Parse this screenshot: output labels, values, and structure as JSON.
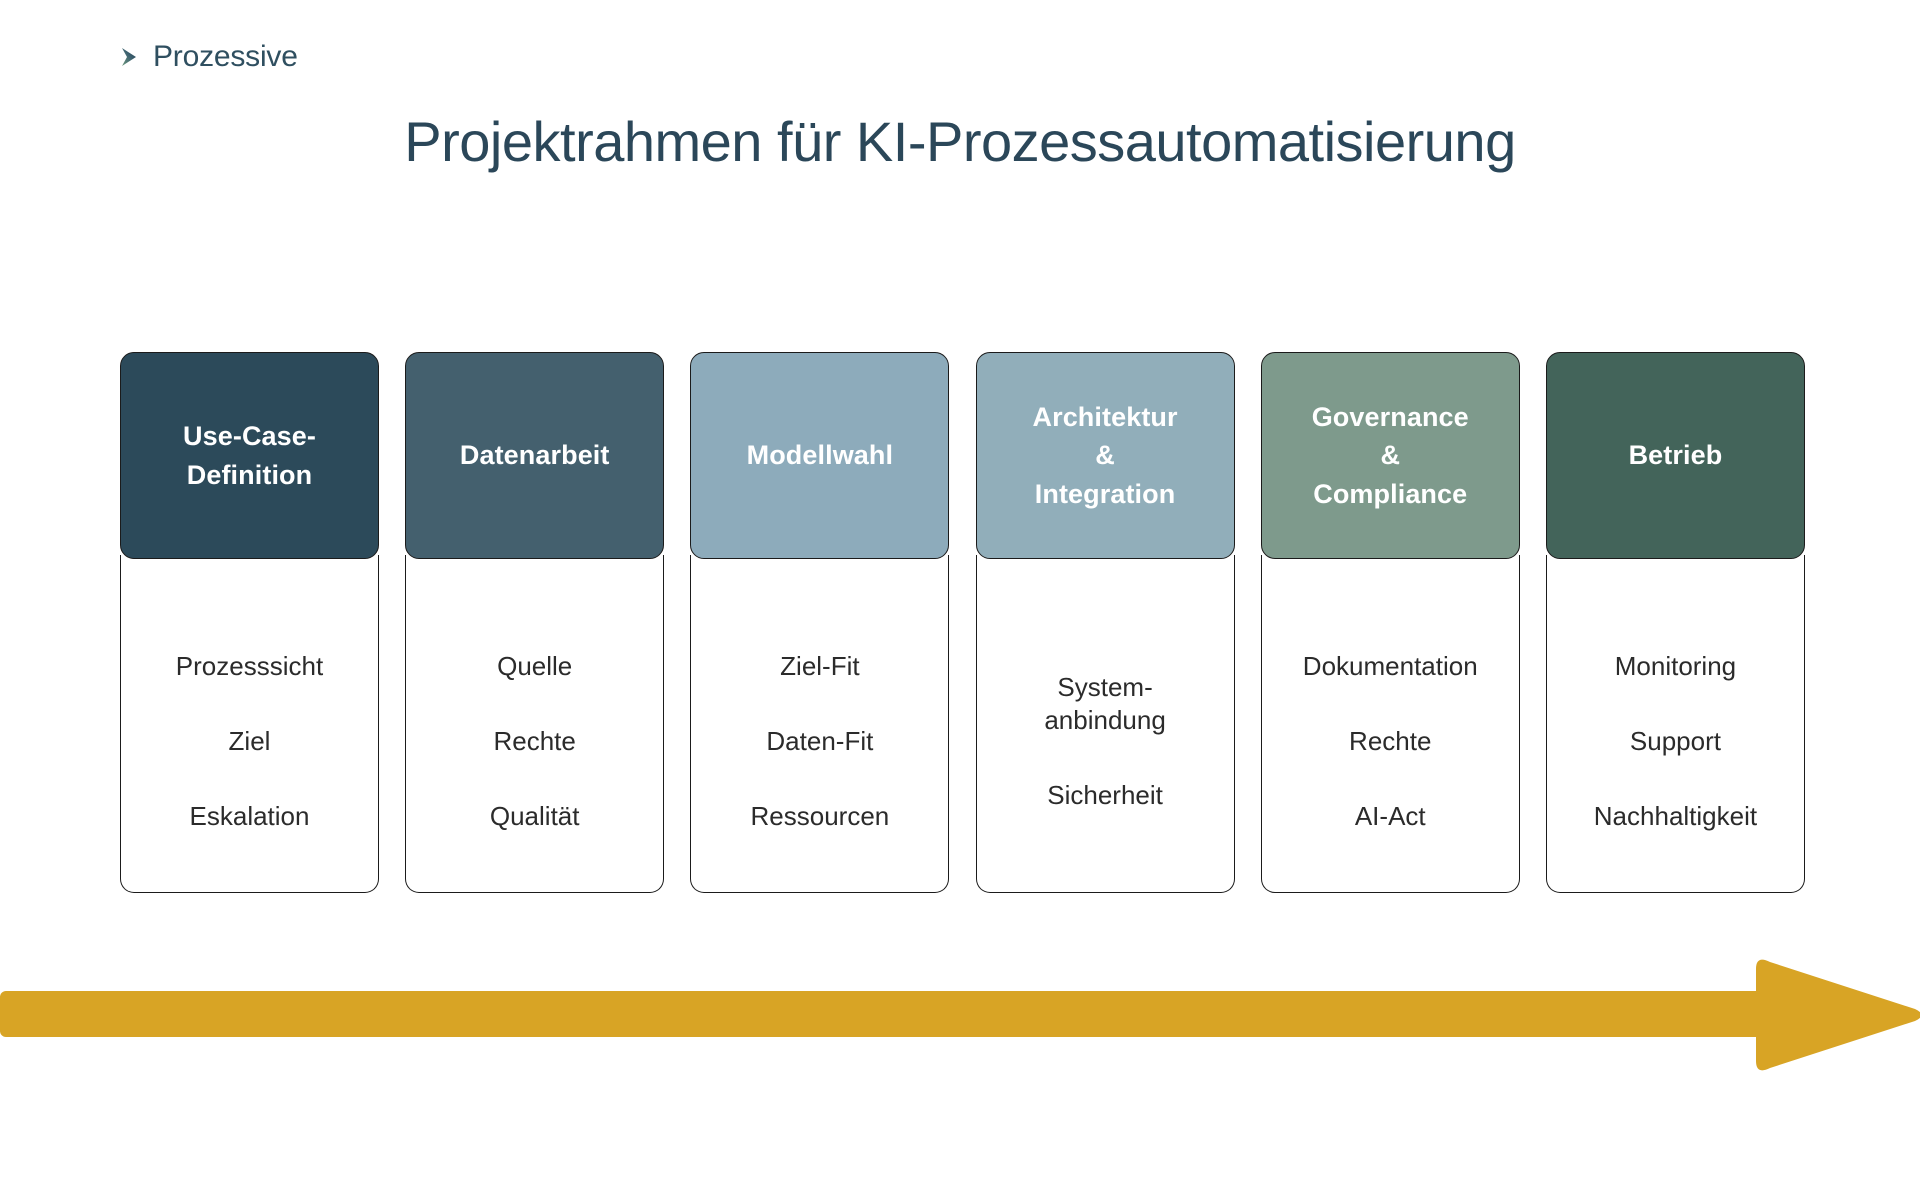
{
  "brand": {
    "name": "Prozessive",
    "mark_icon": "chevron-right-icon"
  },
  "title": "Projektrahmen für KI-Prozessautomatisierung",
  "colors": {
    "title_text": "#2b4759",
    "brand_text": "#2f4f60",
    "card_border": "#1b1b1b",
    "body_text": "#2b2b2b",
    "arrow": "#d8a425",
    "background": "#ffffff"
  },
  "arrow": {
    "icon": "right-arrow-progress",
    "color": "#d8a425"
  },
  "cards": [
    {
      "header": "Use-Case-\nDefinition",
      "header_color": "#2c4a5a",
      "items": [
        "Prozesssicht",
        "Ziel",
        "Eskalation"
      ]
    },
    {
      "header": "Datenarbeit",
      "header_color": "#44606e",
      "items": [
        "Quelle",
        "Rechte",
        "Qualität"
      ]
    },
    {
      "header": "Modellwahl",
      "header_color": "#8dabbb",
      "items": [
        "Ziel-Fit",
        "Daten-Fit",
        "Ressourcen"
      ]
    },
    {
      "header": "Architektur\n&\nIntegration",
      "header_color": "#91aeba",
      "items": [
        "System-\nanbindung",
        "Sicherheit"
      ]
    },
    {
      "header": "Governance\n&\nCompliance",
      "header_color": "#7e9a8c",
      "items": [
        "Dokumentation",
        "Rechte",
        "AI-Act"
      ]
    },
    {
      "header": "Betrieb",
      "header_color": "#43645a",
      "items": [
        "Monitoring",
        "Support",
        "Nachhaltigkeit"
      ]
    }
  ]
}
